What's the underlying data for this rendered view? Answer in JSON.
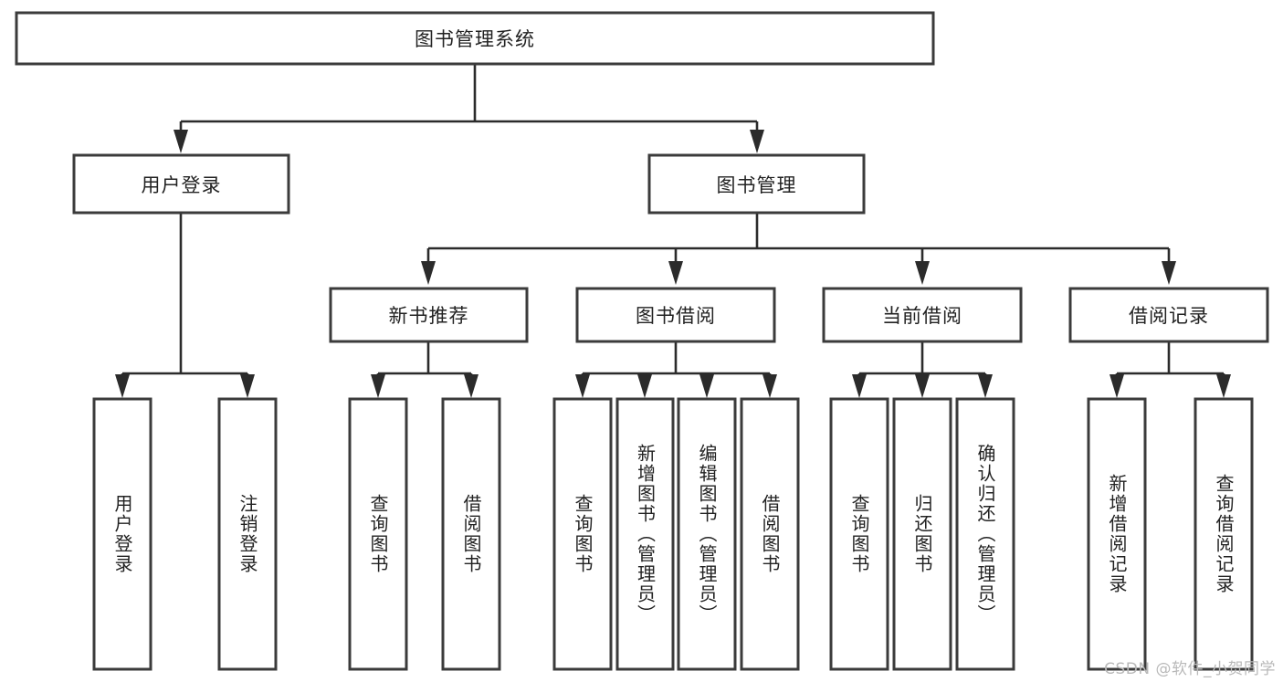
{
  "diagram": {
    "type": "tree",
    "title": "图书管理系统",
    "orientation": "top-down",
    "root": {
      "label": "图书管理系统"
    },
    "level2": [
      {
        "label": "用户登录"
      },
      {
        "label": "图书管理"
      }
    ],
    "level3": [
      {
        "label": "新书推荐"
      },
      {
        "label": "图书借阅"
      },
      {
        "label": "当前借阅"
      },
      {
        "label": "借阅记录"
      }
    ],
    "leaves": {
      "user_login": [
        {
          "label": "用户登录"
        },
        {
          "label": "注销登录"
        }
      ],
      "new_book_recommend": [
        {
          "label": "查询图书"
        },
        {
          "label": "借阅图书"
        }
      ],
      "book_borrow": [
        {
          "label": "查询图书"
        },
        {
          "label": "新增图书（管理员）"
        },
        {
          "label": "编辑图书（管理员）"
        },
        {
          "label": "借阅图书"
        }
      ],
      "current_borrow": [
        {
          "label": "查询图书"
        },
        {
          "label": "归还图书"
        },
        {
          "label": "确认归还（管理员）"
        }
      ],
      "borrow_record": [
        {
          "label": "新增借阅记录"
        },
        {
          "label": "查询借阅记录"
        }
      ]
    },
    "colors": {
      "box_fill": "#ffffff",
      "box_stroke": "#3b3b3b",
      "connector": "#2b2b2b",
      "text": "#222222",
      "watermark": "#b9b9b9"
    }
  },
  "watermark": {
    "text": "CSDN @软件_小贺同学"
  }
}
